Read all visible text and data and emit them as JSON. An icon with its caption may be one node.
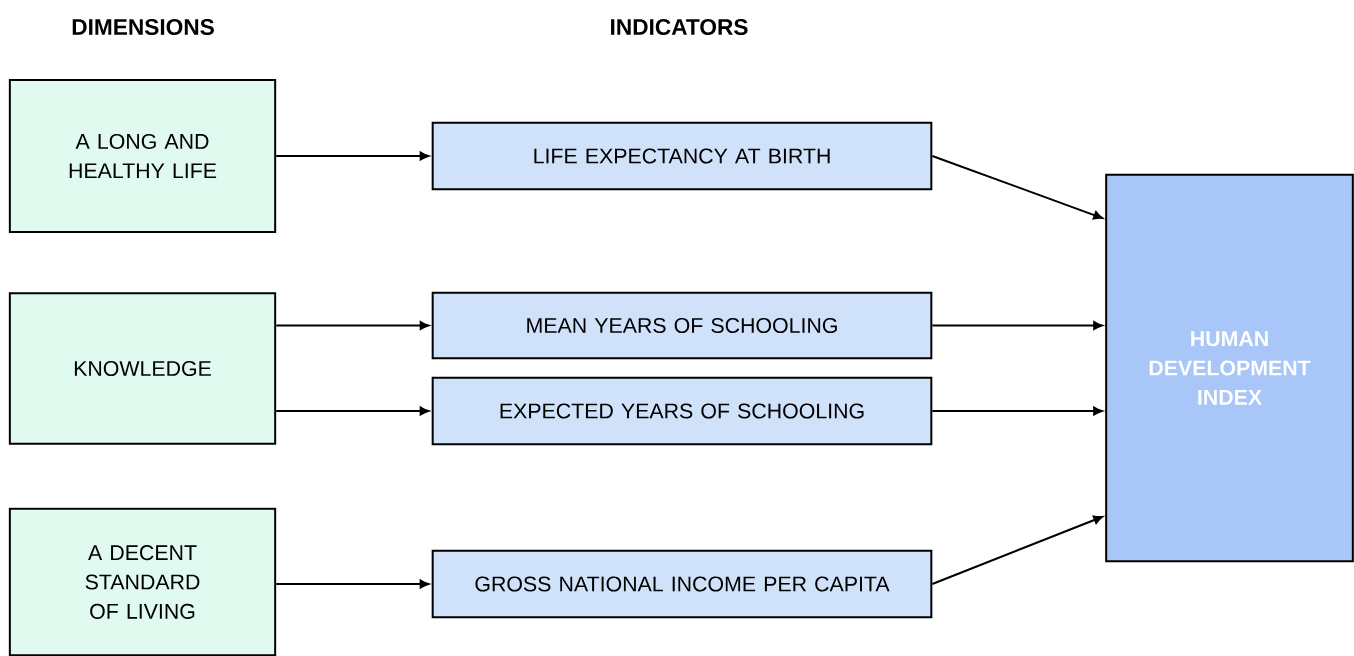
{
  "diagram": {
    "nodes": [
      {
        "text": [
          "A LONG AND HEALTHY LIFE"
        ]
      },
      {
        "text": [
          "KNOWLEDGE"
        ]
      },
      {
        "text": [
          "A DECENT STANDARD OF LIVING"
        ]
      },
      {
        "text": [
          "LIFE EXPECTANCY AT BIRTH"
        ]
      },
      {
        "text": [
          "MEAN YEARS OF SCHOOLING"
        ]
      },
      {
        "text": [
          "EXPECTED YEARS OF SCHOOLING"
        ]
      },
      {
        "text": [
          "GROSS NATIONAL INCOME PER CAPITA"
        ]
      },
      {
        "text": [
          "HUMAN DEVELOPMENT INDEX"
        ]
      }
    ],
    "edges": [
      {
        "from": 0,
        "to": 3,
        "arrow": "to"
      },
      {
        "from": 1,
        "to": 4,
        "arrow": "to"
      },
      {
        "from": 1,
        "to": 5,
        "arrow": "to"
      },
      {
        "from": 2,
        "to": 6,
        "arrow": "to"
      },
      {
        "from": 3,
        "to": 7,
        "arrow": "to"
      },
      {
        "from": 4,
        "to": 7,
        "arrow": "to"
      },
      {
        "from": 5,
        "to": 7,
        "arrow": "to"
      },
      {
        "from": 6,
        "to": 7,
        "arrow": "to"
      }
    ],
    "labels": [
      "DIMENSIONS",
      "INDICATORS"
    ]
  }
}
